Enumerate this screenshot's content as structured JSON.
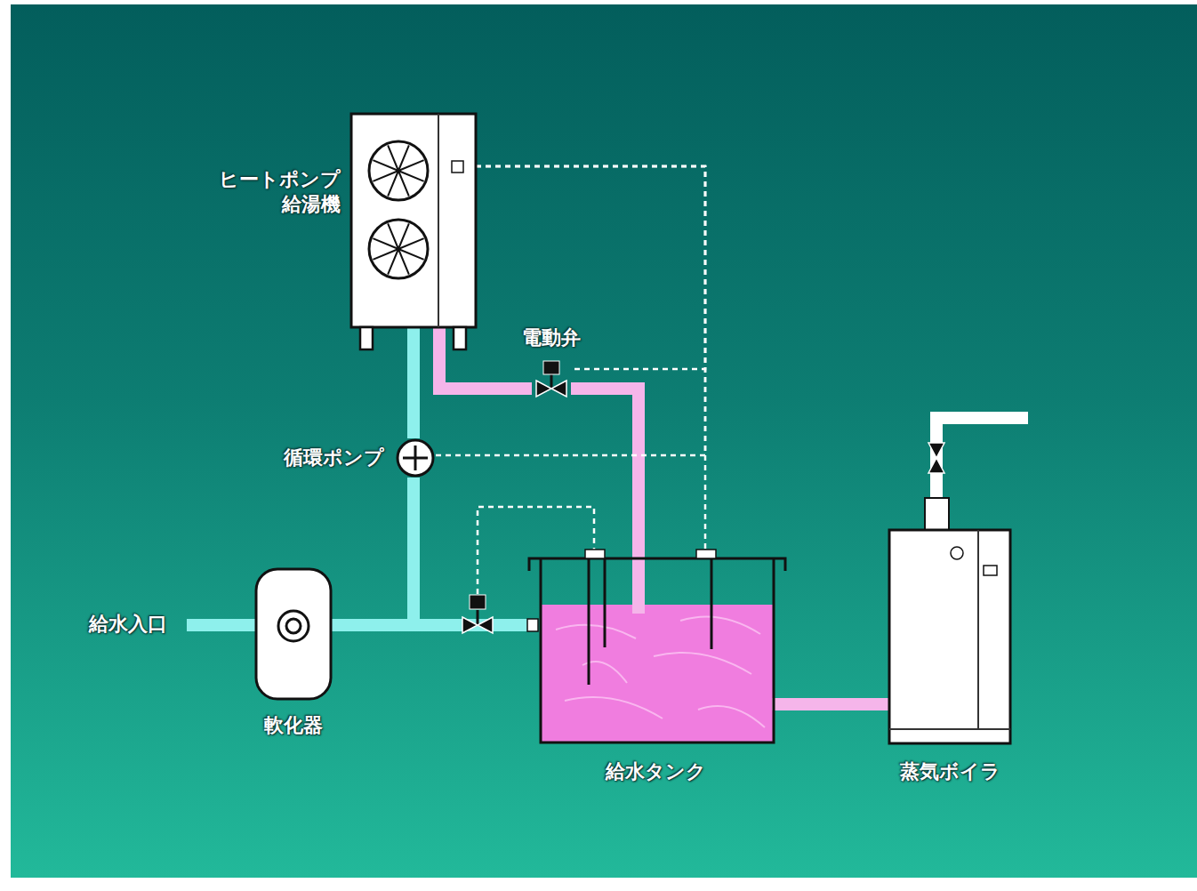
{
  "diagram": {
    "nodes": [
      {
        "text": [
          "ヒートポンプ 給湯機"
        ]
      },
      {
        "text": [
          "電動弁"
        ]
      },
      {
        "text": [
          "循環ポンプ"
        ]
      },
      {
        "text": [
          "軟化器"
        ]
      },
      {
        "text": [
          "給水タンク"
        ]
      },
      {
        "text": [
          "蒸気ボイラ"
        ]
      }
    ],
    "edges": [
      {
        "from": 3,
        "to": 2,
        "arrow": "none"
      },
      {
        "from": 3,
        "to": 4,
        "arrow": "none"
      },
      {
        "from": 2,
        "to": 0,
        "arrow": "none"
      },
      {
        "from": 0,
        "to": 1,
        "arrow": "none"
      },
      {
        "from": 1,
        "to": 4,
        "arrow": "none"
      },
      {
        "from": 4,
        "to": 5,
        "arrow": "none"
      },
      {
        "from": 0,
        "to": 1,
        "arrow": "none"
      },
      {
        "from": 0,
        "to": 2,
        "arrow": "none"
      },
      {
        "from": 0,
        "to": 4,
        "arrow": "none"
      }
    ],
    "labels": [
      "給水入口"
    ]
  }
}
